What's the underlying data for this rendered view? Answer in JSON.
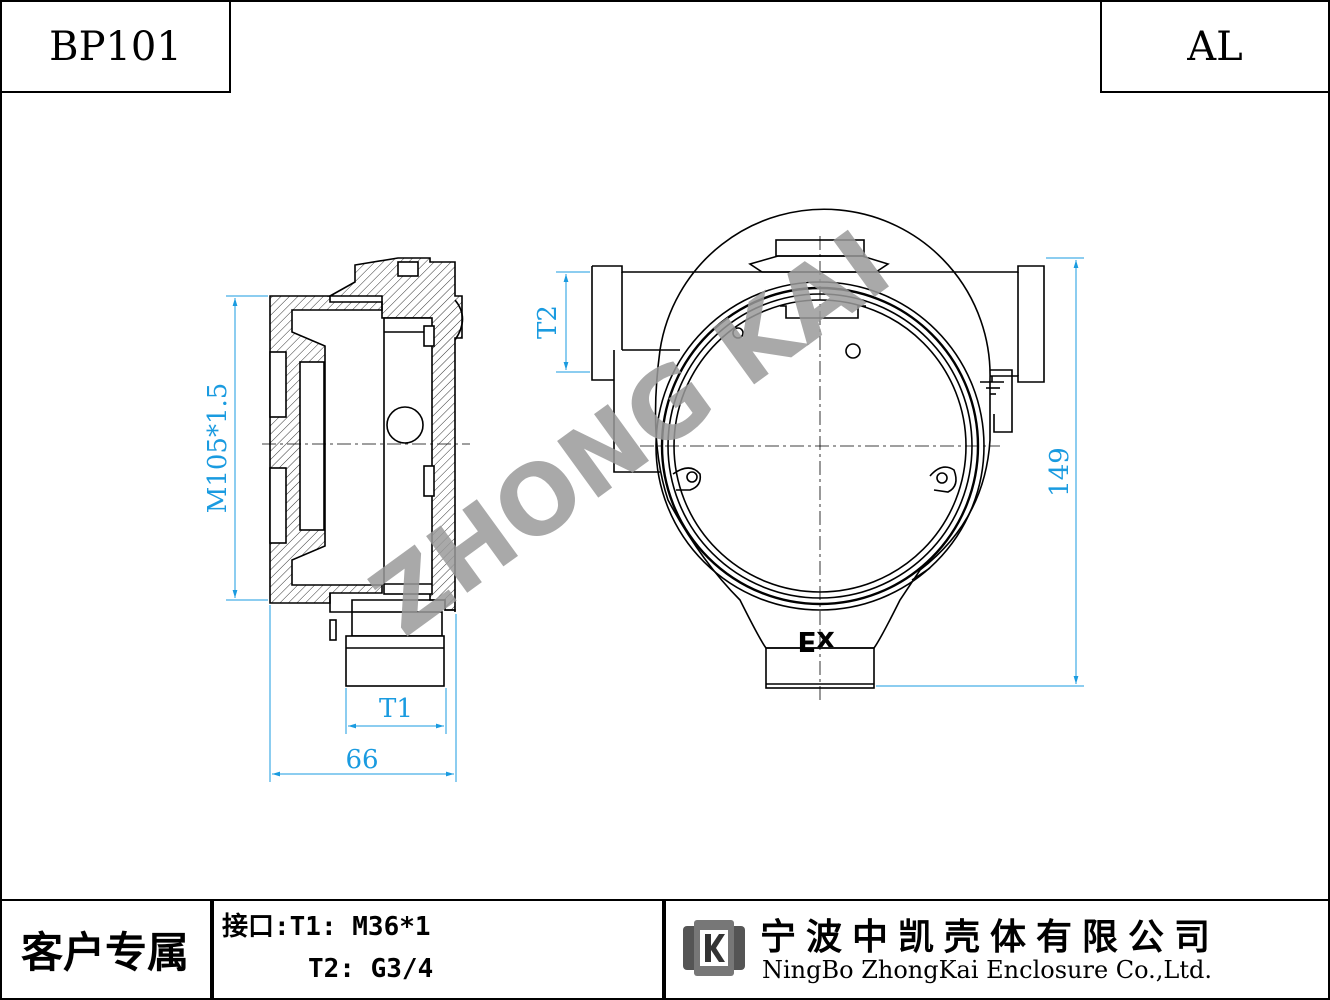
{
  "header": {
    "model": "BP101",
    "material": "AL"
  },
  "watermark": "ZHONG KAI",
  "dimensions": {
    "thread_diameter": "M105*1.5",
    "entry_t2": "T2",
    "entry_t1": "T1",
    "depth": "66",
    "height": "149"
  },
  "marking": "Ex",
  "footer": {
    "customer_label": "客户专属",
    "spec_line1": "接口:T1: M36*1",
    "spec_line2": "T2: G3/4",
    "company_cn": "宁波中凯壳体有限公司",
    "company_en": "NingBo ZhongKai Enclosure Co.,Ltd."
  },
  "colors": {
    "dimension": "#1a9be0",
    "watermark": "#9a9a9a",
    "line": "#000000"
  }
}
